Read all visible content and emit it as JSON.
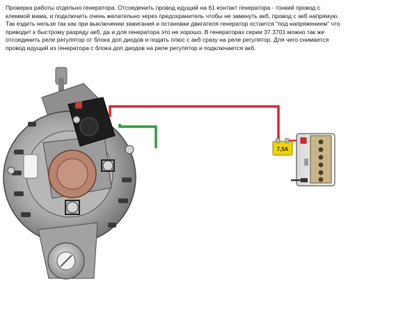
{
  "caption": {
    "lines": [
      "Проверка работы отдельно генератора. Отсоеденить провод идущий на 61 контакт генератора - тонкий провод с",
      "клеммой мама, и подключить очень желательно через предохранитель чтобы не замкнуть акб, провод с акб напрямую.",
      "Так ездить нельзя так как при выключении зажигания и остановки двигателя генератор остается \"под напряжением\" что",
      "приводит к быстрому разряду акб, да и для генератора это не хорошо. В генераторах серии 37.3701 можно так же",
      "отсоединить реле регулятор от блока доп    диодов и подать плюс с акб сразу на реле регулятор. Для чего снимается",
      "провод идущий из генератора с блока доп диодов на реле регулятор и подключается акб."
    ]
  },
  "fuse": {
    "label": "7,5A",
    "color": "#f2d500"
  },
  "wires": {
    "positive_color": "#d8262a",
    "ground_color": "#2f9a3a"
  },
  "icons": {
    "alternator": "alternator-photo",
    "battery": "battery-icon",
    "fuse": "fuse-icon"
  }
}
